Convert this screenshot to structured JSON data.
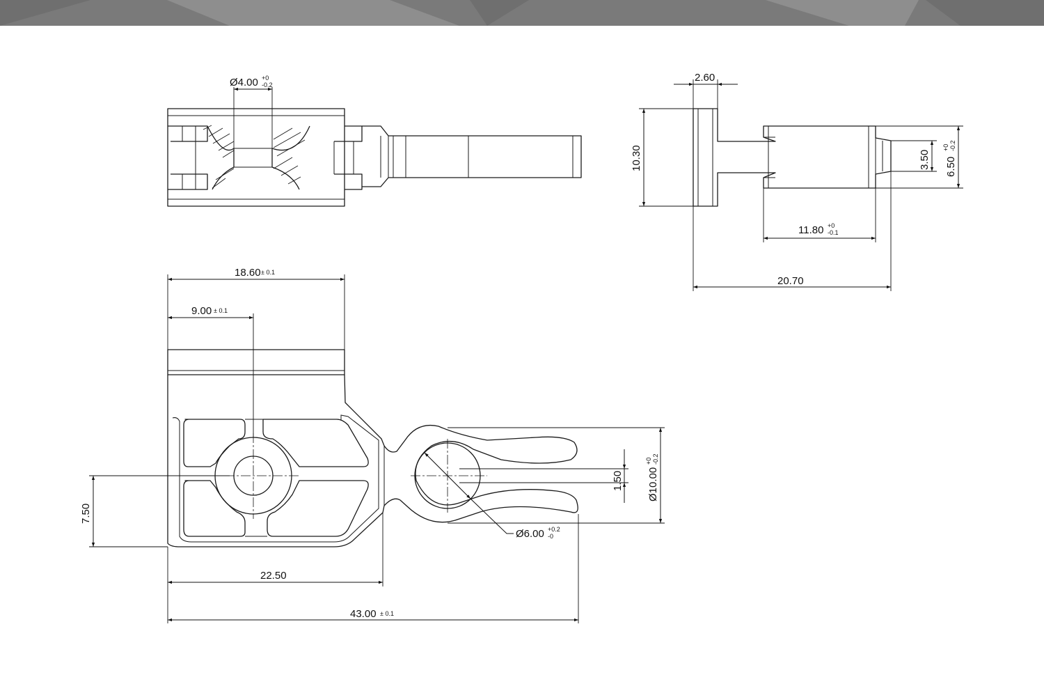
{
  "colors": {
    "banner": "#7a7a7a",
    "banner_dark": "#6f6f6f",
    "banner_light": "#8e8e8e",
    "line": "#1a1a1a",
    "background": "#ffffff"
  },
  "dimensions": {
    "top_hole": {
      "text": "Ø4.00",
      "tol_upper": "+0",
      "tol_lower": "-0.2"
    },
    "flange_thk": {
      "text": "2.60"
    },
    "side_height": {
      "text": "10.30"
    },
    "shaft_width": {
      "text": "3.50"
    },
    "body_height": {
      "text": "6.50",
      "tol_upper": "+0",
      "tol_lower": "-0.2"
    },
    "body_length": {
      "text": "11.80",
      "tol_upper": "+0",
      "tol_lower": "-0.1"
    },
    "side_length": {
      "text": "20.70"
    },
    "block_length": {
      "text": "18.60",
      "tol": "± 0.1"
    },
    "hole_offset": {
      "text": "9.00",
      "tol": "± 0.1"
    },
    "slot_gap": {
      "text": "1.50"
    },
    "clip_outer": {
      "text": "Ø10.00",
      "tol_upper": "+0",
      "tol_lower": "-0.2"
    },
    "center_height": {
      "text": "7.50"
    },
    "clip_hole": {
      "text": "Ø6.00",
      "tol_upper": "+0.2",
      "tol_lower": "-0"
    },
    "neck_length": {
      "text": "22.50"
    },
    "overall_length": {
      "text": "43.00",
      "tol": "± 0.1"
    }
  }
}
